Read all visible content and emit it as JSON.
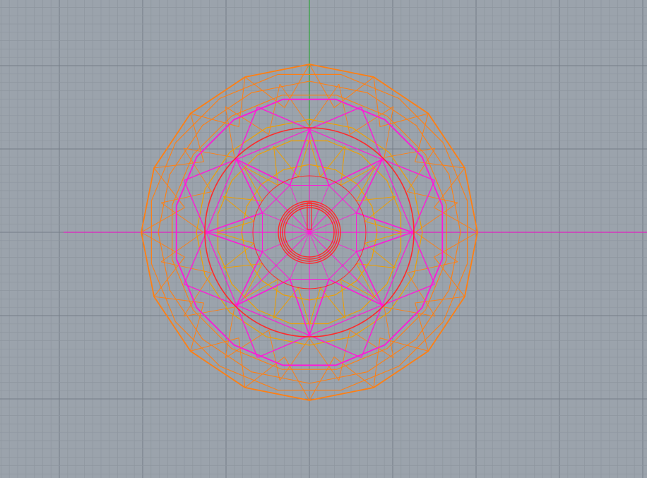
{
  "viewport": {
    "view": "top",
    "grid_visible": true,
    "colors": {
      "background": "#9ba3ac",
      "grid_minor": "#8e969f",
      "grid_major": "#767e87",
      "x_axis": "#e020c0",
      "y_axis": "#2fa33a",
      "outer_wireframe": "#ff7f12",
      "inner_wireframe": "#ff18d8",
      "accent_wireframe": "#f0a000",
      "core_circle": "#ff2a2a"
    }
  },
  "model": {
    "shape": "faceted-gem-wireframe",
    "outer_sides": 16,
    "star_points": 8,
    "selected": false
  }
}
